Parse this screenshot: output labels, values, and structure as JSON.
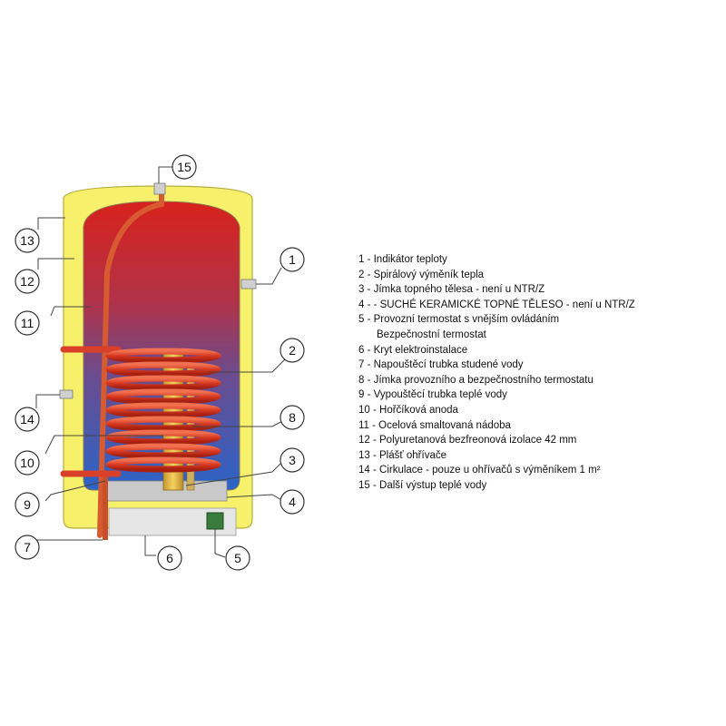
{
  "callouts": {
    "c1": "1",
    "c2": "2",
    "c3": "3",
    "c4": "4",
    "c5": "5",
    "c6": "6",
    "c7": "7",
    "c8": "8",
    "c9": "9",
    "c10": "10",
    "c11": "11",
    "c12": "12",
    "c13": "13",
    "c14": "14",
    "c15": "15"
  },
  "legend": [
    "1 - Indikátor teploty",
    "2 - Spirálový výměník tepla",
    "3 - Jímka topného tělesa - není u NTR/Z",
    "4 - - SUCHÉ KERAMICKÉ TOPNÉ TĚLESO - není u NTR/Z",
    "5 - Provozní termostat s vnějším ovládáním",
    "Bezpečnostní termostat",
    "6 - Kryt elektroinstalace",
    "7 - Napouštěcí trubka studené vody",
    "8 - Jímka provozního a bezpečnostního termostatu",
    "9 - Vypouštěcí trubka teplé vody",
    "10 - Hořčíková anoda",
    "11 - Ocelová smaltovaná nádoba",
    "12 - Polyuretanová bezfreonová izolace 42 mm",
    "13 - Plášť ohřívače",
    "14 - Cirkulace - pouze u ohřívačů s výměníkem 1 m²",
    "15 - Další výstup teplé vody"
  ],
  "colors": {
    "jacket": "#f7f06a",
    "hot": "#d8221c",
    "cold": "#2b64c8",
    "coil": "#e0472d"
  }
}
